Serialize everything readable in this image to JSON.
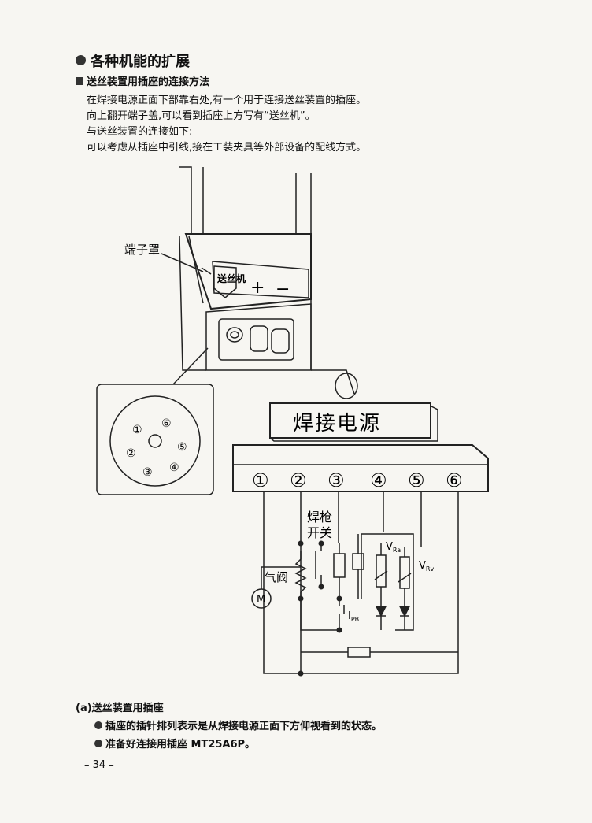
{
  "heading": "各种机能的扩展",
  "subheading": "送丝装置用插座的连接方法",
  "paragraph": [
    "在焊接电源正面下部靠右处,有一个用于连接送丝装置的插座。",
    "向上翻开端子盖,可以看到插座上方写有“送丝机”。",
    "与送丝装置的连接如下:",
    "可以考虑从插座中引线,接在工装夹具等外部设备的配线方式。"
  ],
  "diagram": {
    "cover_label": "端子罩",
    "feeder_label": "送丝机",
    "plus": "+",
    "minus": "−",
    "pins": [
      "①",
      "②",
      "③",
      "④",
      "⑤",
      "⑥"
    ],
    "power_source": "焊接电源",
    "terminals": [
      "①",
      "②",
      "③",
      "④",
      "⑤",
      "⑥"
    ],
    "torch_switch": [
      "焊枪",
      "开关"
    ],
    "gas_valve": "气阀",
    "motor": "M",
    "vra": "V",
    "vra_sub": "Ra",
    "vrv": "V",
    "vrv_sub": "Rv",
    "ipb": "I",
    "ipb_sub": "PB"
  },
  "caption": "(a)送丝装置用插座",
  "notes": [
    "插座的插针排列表示是从焊接电源正面下方仰视看到的状态。",
    "准备好连接用插座 MT25A6P。"
  ],
  "page_number": "– 34 –"
}
